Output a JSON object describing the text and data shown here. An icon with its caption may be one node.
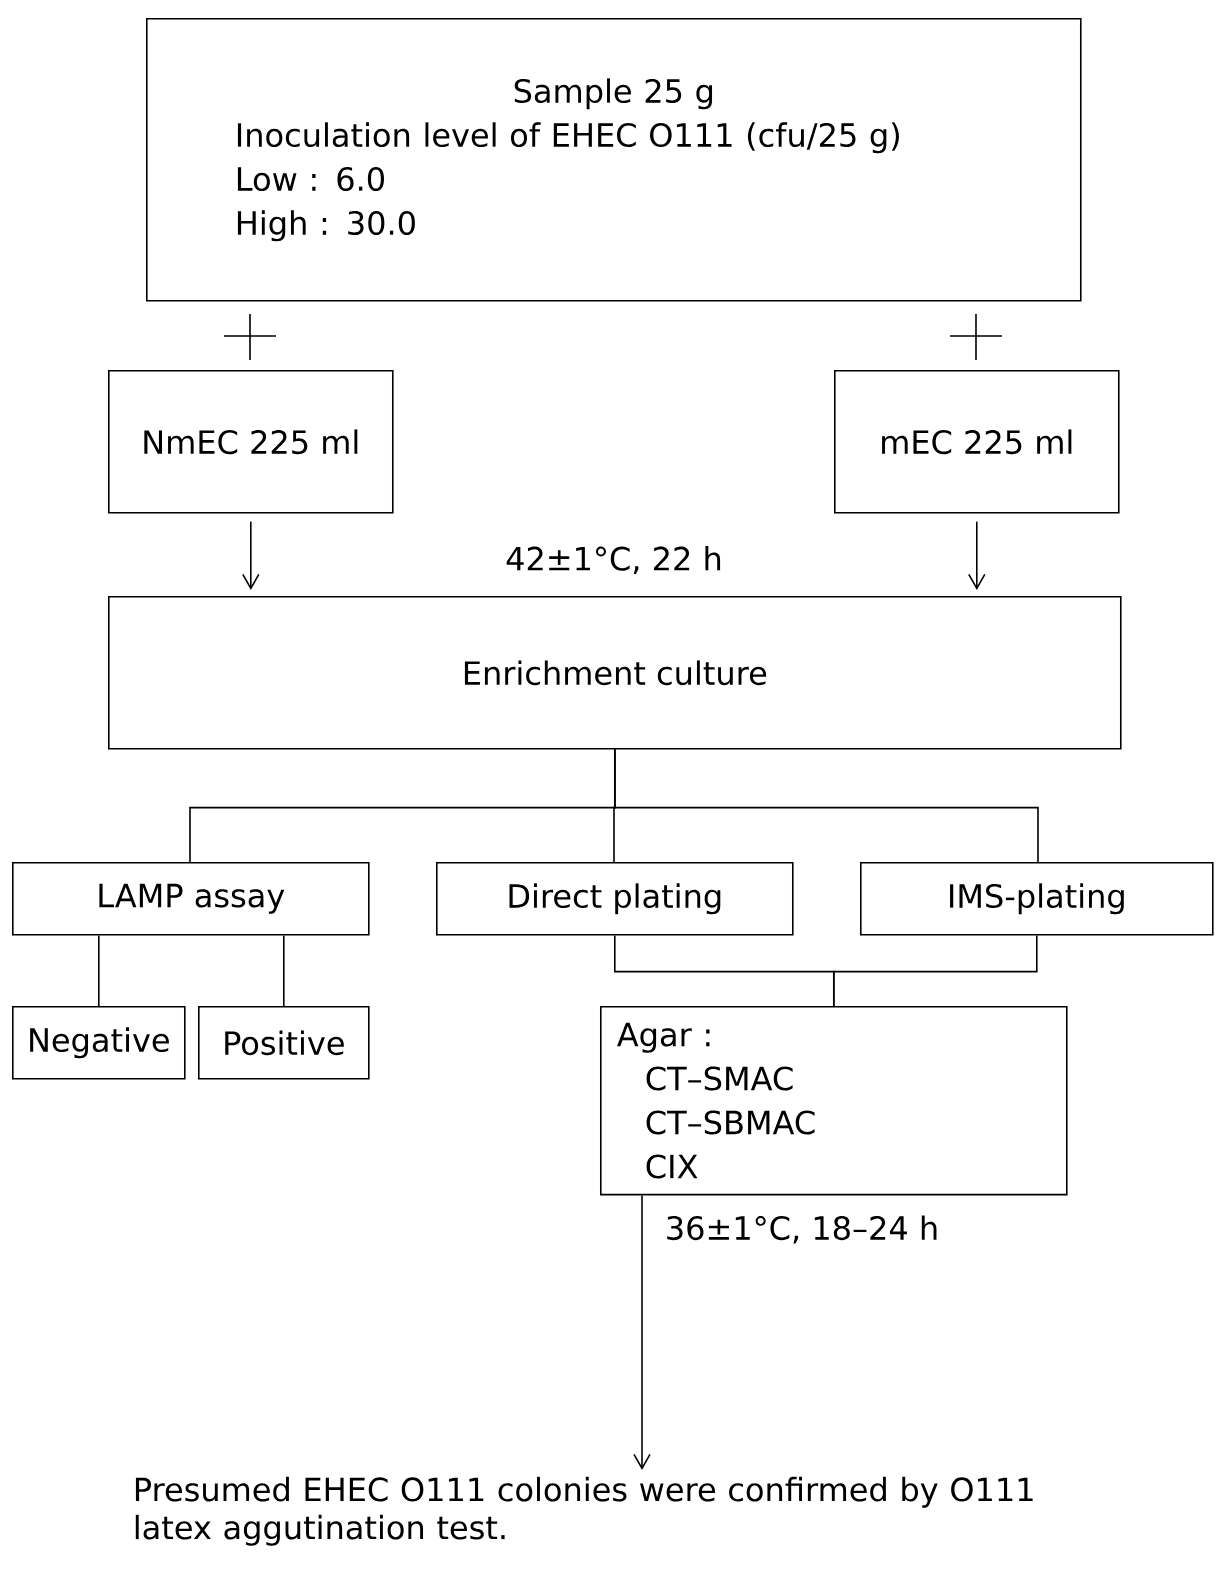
{
  "diagram": {
    "nodes": [
      {
        "text": [
          "Sample 25 g",
          "Inoculation level of EHEC O111 (cfu/25 g)",
          "Low  :   6.0",
          "High  :  30.0"
        ]
      },
      {
        "text": [
          "NmEC 225 ml"
        ]
      },
      {
        "text": [
          "mEC 225 ml"
        ]
      },
      {
        "text": [
          "Enrichment culture"
        ]
      },
      {
        "text": [
          "LAMP assay"
        ]
      },
      {
        "text": [
          "Direct plating"
        ]
      },
      {
        "text": [
          "IMS-plating"
        ]
      },
      {
        "text": [
          "Negative"
        ]
      },
      {
        "text": [
          "Positive"
        ]
      },
      {
        "text": [
          "Agar :",
          "CT–SMAC",
          "CT–SBMAC",
          "CIX"
        ]
      },
      {
        "text": [
          "Presumed EHEC O111 colonies were confirmed by O111 latex aggutination test."
        ]
      }
    ],
    "edges": [
      {
        "from": 1,
        "to": 3,
        "arrow": "to"
      },
      {
        "from": 2,
        "to": 3,
        "arrow": "to"
      },
      {
        "from": 3,
        "to": 4,
        "arrow": "none"
      },
      {
        "from": 3,
        "to": 5,
        "arrow": "none"
      },
      {
        "from": 3,
        "to": 6,
        "arrow": "none"
      },
      {
        "from": 4,
        "to": 7,
        "arrow": "none"
      },
      {
        "from": 4,
        "to": 8,
        "arrow": "none"
      },
      {
        "from": 5,
        "to": 9,
        "arrow": "none"
      },
      {
        "from": 6,
        "to": 9,
        "arrow": "none"
      },
      {
        "from": 9,
        "to": 10,
        "arrow": "to",
        "label": "36±1°C, 18–24 h"
      }
    ],
    "labels": [
      "42±1°C, 22 h"
    ]
  }
}
